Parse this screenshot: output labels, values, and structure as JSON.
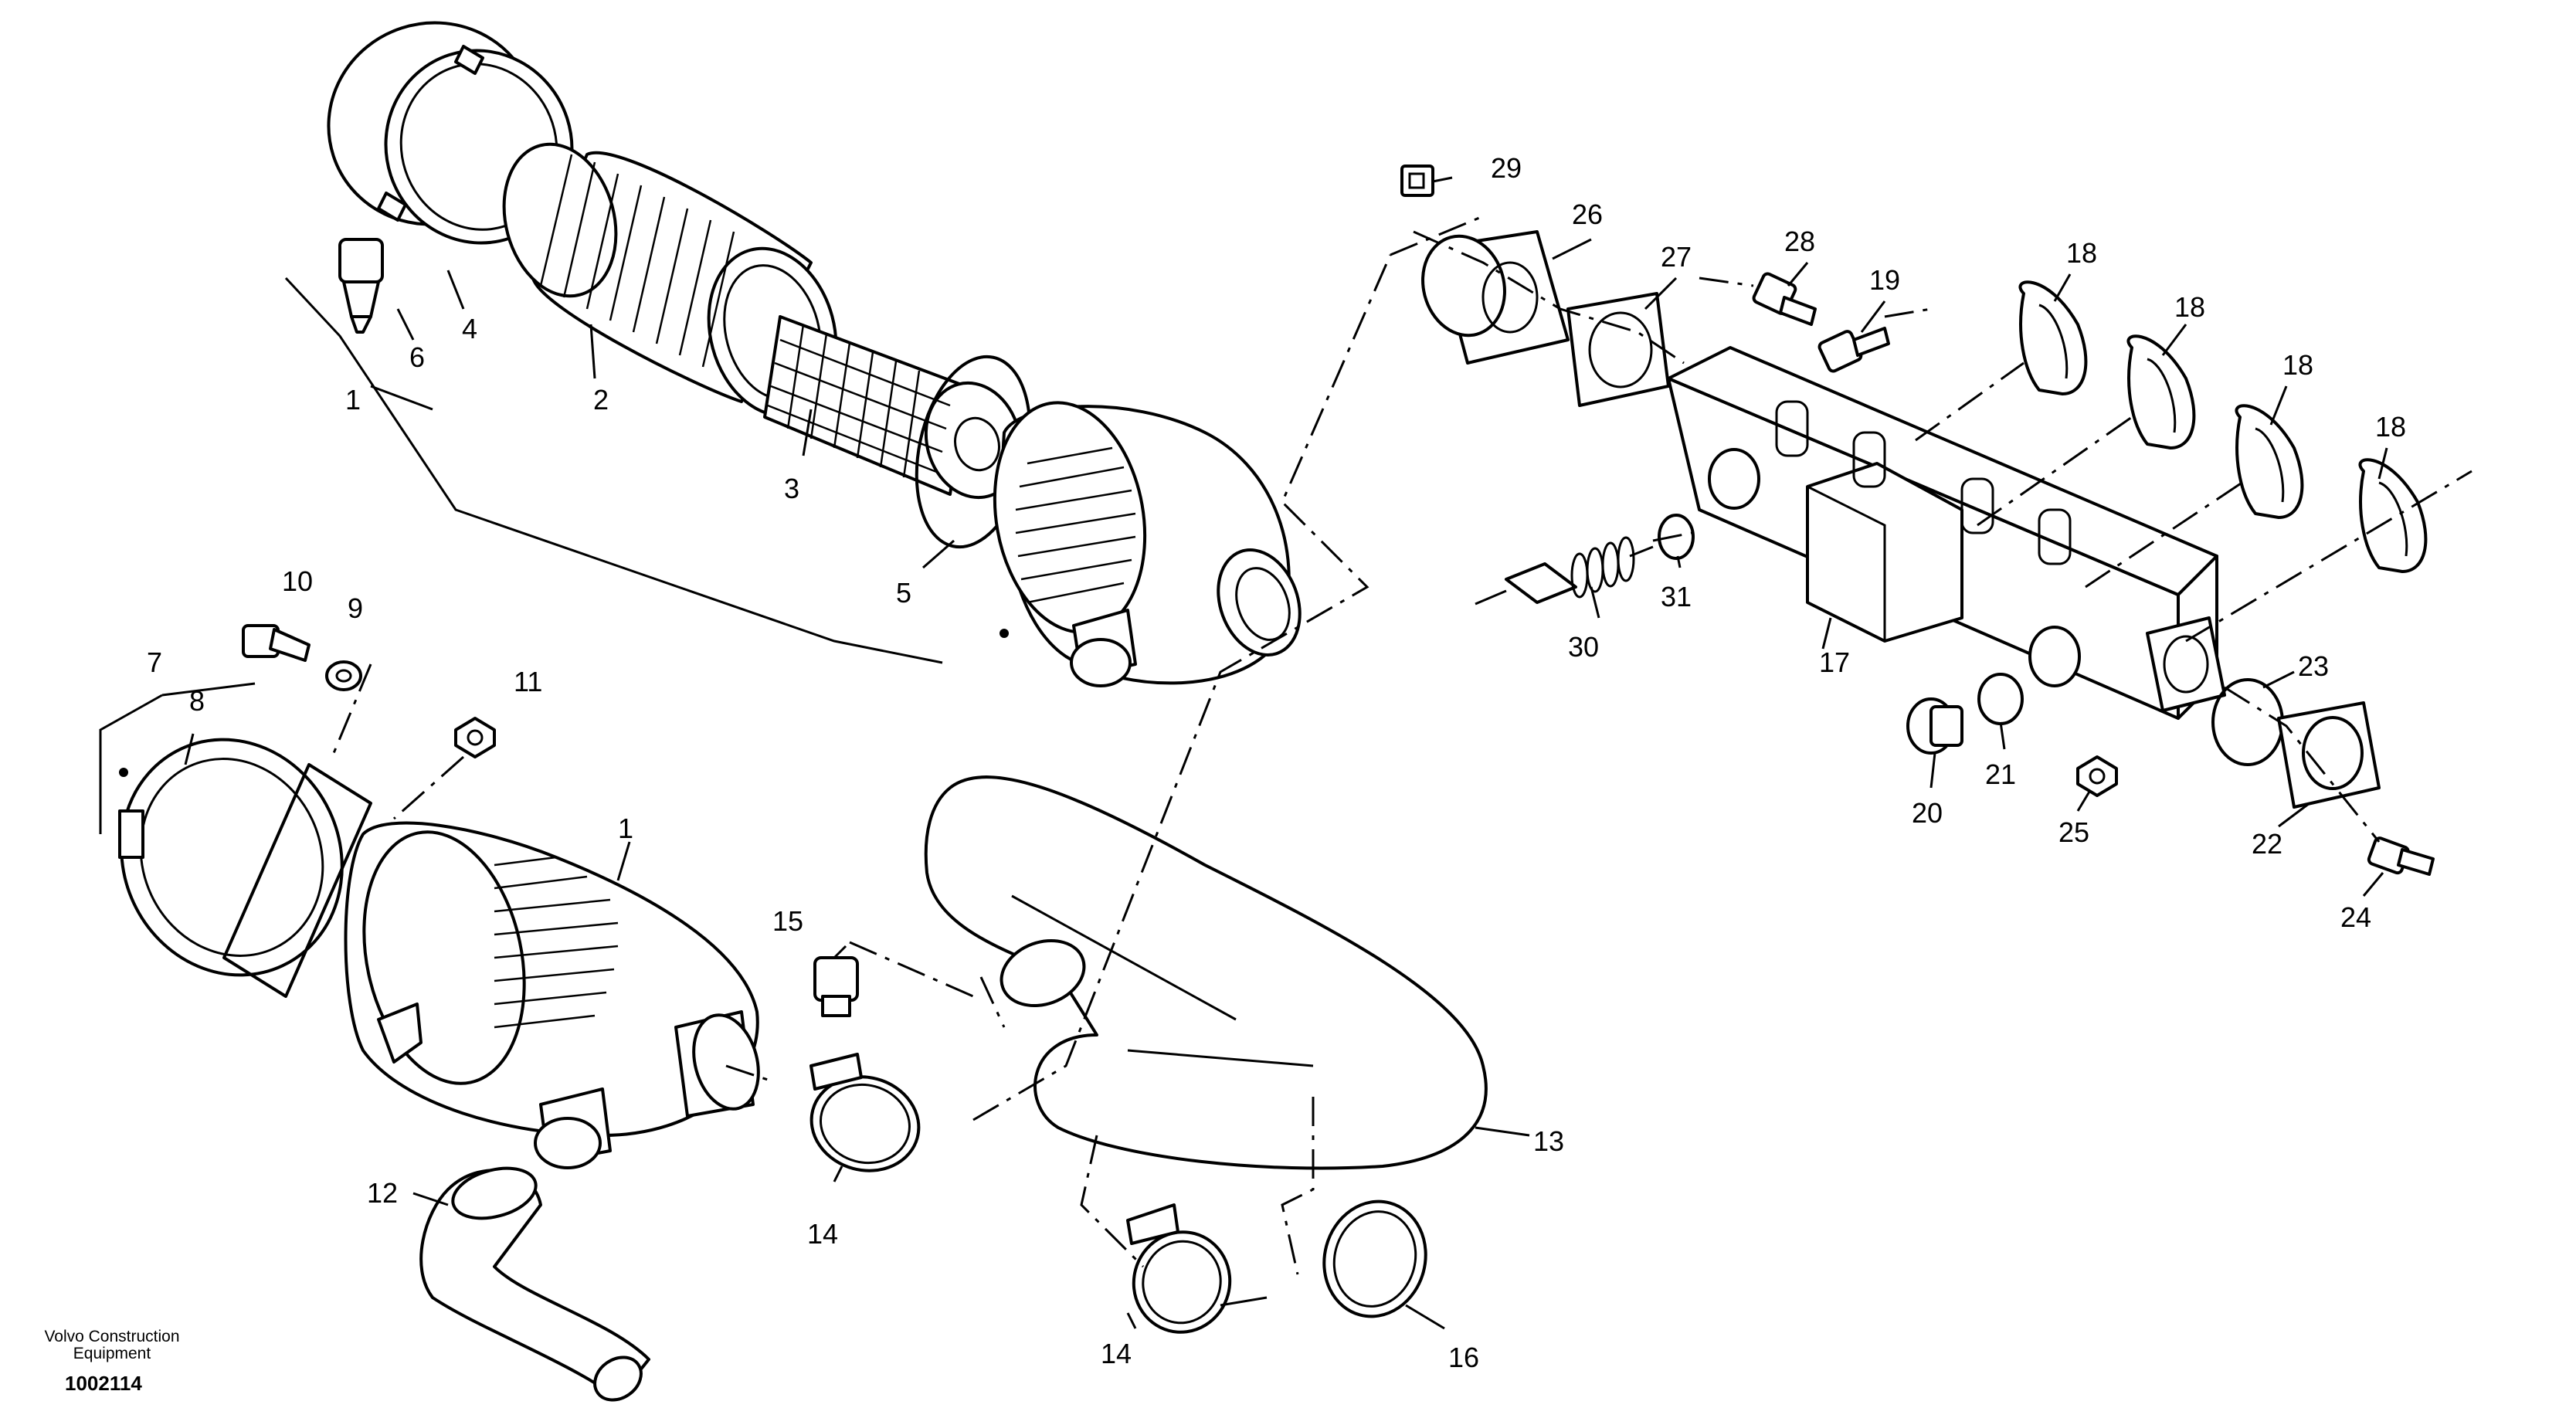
{
  "diagram": {
    "callouts": {
      "c1_top": "1",
      "c2": "2",
      "c3": "3",
      "c4": "4",
      "c5": "5",
      "c6": "6",
      "c7": "7",
      "c8": "8",
      "c9": "9",
      "c10": "10",
      "c11": "11",
      "c1_left": "1",
      "c12": "12",
      "c13": "13",
      "c14_a": "14",
      "c14_b": "14",
      "c15": "15",
      "c16": "16",
      "c17": "17",
      "c18_a": "18",
      "c18_b": "18",
      "c18_c": "18",
      "c18_d": "18",
      "c19": "19",
      "c20": "20",
      "c21": "21",
      "c22": "22",
      "c23": "23",
      "c24": "24",
      "c25": "25",
      "c26": "26",
      "c27": "27",
      "c28": "28",
      "c29": "29",
      "c30": "30",
      "c31": "31"
    }
  },
  "footer": {
    "brand_line1": "Volvo Construction",
    "brand_line2": "Equipment",
    "drawing_number": "1002114"
  }
}
